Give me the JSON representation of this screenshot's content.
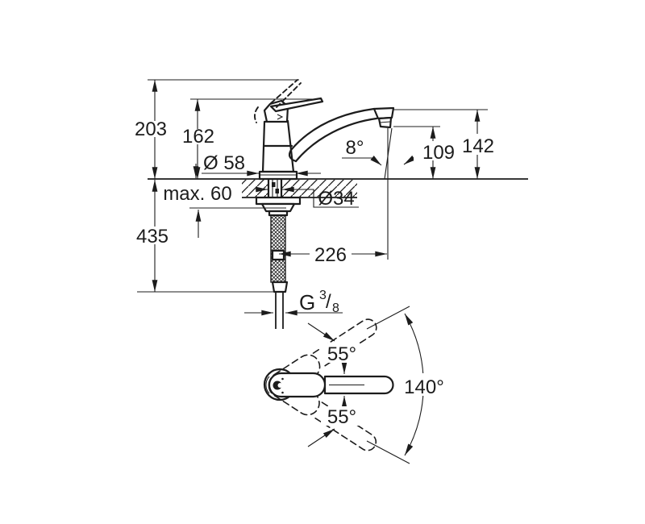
{
  "drawing": {
    "type": "technical-dimension-drawing",
    "subject": "single-lever kitchen sink mixer faucet, side elevation with mounting section and top swivel-range view",
    "colors": {
      "background": "#ffffff",
      "line": "#1c1c1c"
    },
    "labels": {
      "total_height": "203",
      "body_height": "162",
      "base_diameter": "Ø 58",
      "max_counter": "max. 60",
      "below_counter": "435",
      "reach": "226",
      "hole_diameter": "Ø34",
      "outlet_height": "109",
      "spout_height": "142",
      "stream_angle": "8°",
      "thread_prefix": "G",
      "thread_numerator": "3",
      "thread_divider": "/",
      "thread_denominator": "8",
      "swivel_upper": "55°",
      "swivel_lower": "55°",
      "swivel_total": "140°"
    }
  }
}
